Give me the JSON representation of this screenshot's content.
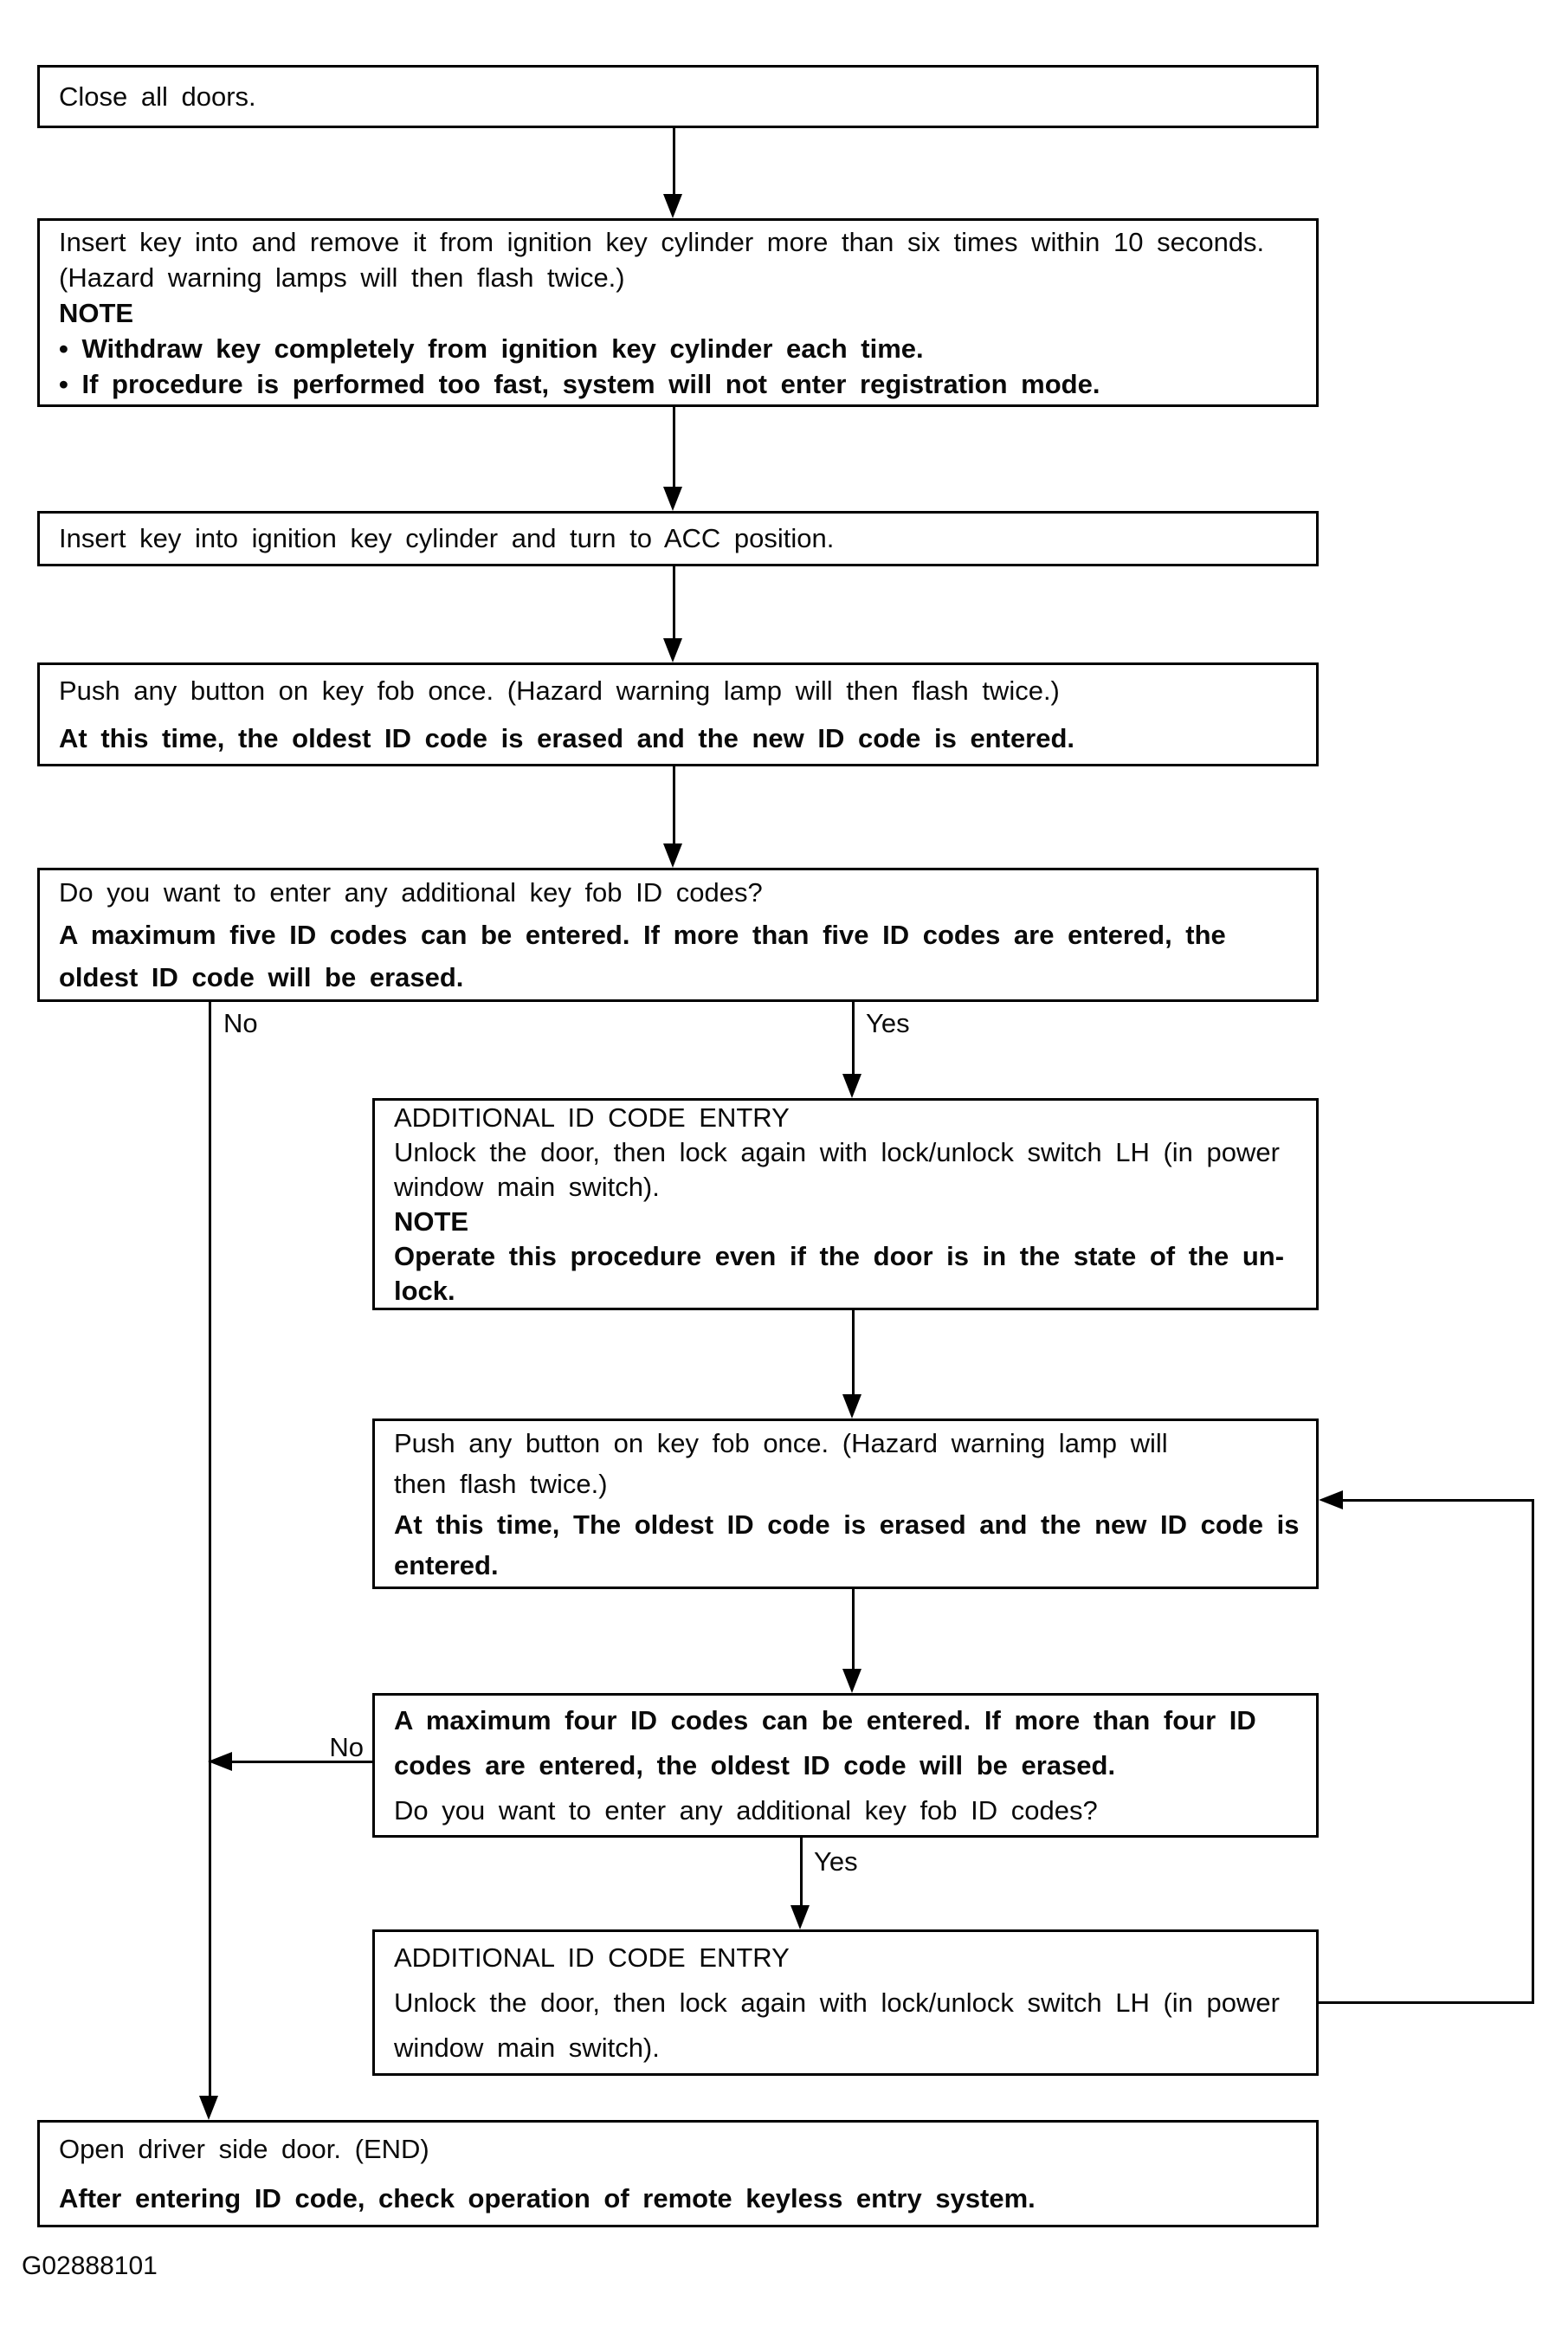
{
  "figure_id": "G02888101",
  "labels": {
    "no_1": "No",
    "yes_1": "Yes",
    "no_2": "No",
    "yes_2": "Yes"
  },
  "flow": {
    "close_doors": {
      "lines": [
        "Close all doors."
      ]
    },
    "insert_remove": {
      "lines": [
        "Insert key into and remove it from ignition key cylinder more than six times within 10 seconds.",
        "(Hazard warning lamps will then flash twice.)",
        "NOTE",
        "• Withdraw key completely from ignition key cylinder each time.",
        "• If procedure is performed too fast, system will not enter registration mode."
      ]
    },
    "insert_acc": {
      "lines": [
        "Insert key into ignition key cylinder and turn to ACC position."
      ]
    },
    "push_button_1": {
      "lines": [
        "Push any button on key fob once. (Hazard warning lamp will then flash twice.)",
        "At this time, the oldest ID code is erased and the new ID code is entered."
      ]
    },
    "additional_question_1": {
      "lines": [
        "Do you want to enter any additional key fob ID codes?",
        "A maximum five ID codes can be entered. If more than five ID codes are entered, the",
        "oldest ID code will be erased."
      ]
    },
    "additional_entry_1": {
      "lines": [
        "ADDITIONAL ID CODE ENTRY",
        "Unlock the door, then lock again with lock/unlock switch LH (in power",
        "window main switch).",
        "NOTE",
        "Operate this procedure even if the door is in the state of the un-",
        "lock."
      ]
    },
    "push_button_2": {
      "lines": [
        "Push any button on key fob once. (Hazard warning lamp will",
        "then flash twice.)",
        "At this time, The oldest ID code is erased and the new ID code is",
        "entered."
      ]
    },
    "additional_question_2": {
      "lines": [
        "A maximum four ID codes can be entered. If more than four ID",
        "codes are entered, the oldest ID code will be erased.",
        "Do you want to enter any additional key fob ID codes?"
      ]
    },
    "additional_entry_2": {
      "lines": [
        "ADDITIONAL ID CODE ENTRY",
        "Unlock the door, then lock again with lock/unlock switch LH (in power",
        "window main switch)."
      ]
    },
    "open_door_end": {
      "lines": [
        "Open driver side door. (END)",
        "After entering ID code, check operation of remote keyless entry system."
      ]
    }
  }
}
